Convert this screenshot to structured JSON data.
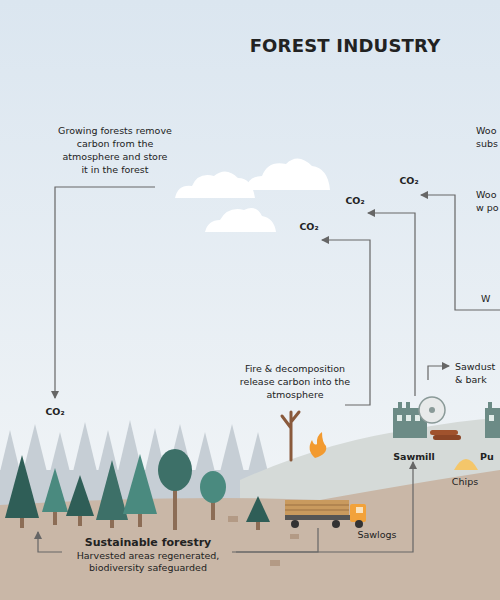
{
  "diagram": {
    "title": "FOREST INDUSTRY",
    "nodes": [
      {
        "text": [
          "Sustainable forestry",
          "Harvested areas regenerated, biodiversity safeguarded"
        ]
      },
      {
        "text": [
          "Sawmill"
        ]
      },
      {
        "text": [
          "Pu"
        ]
      }
    ],
    "edges": [
      {
        "from": 0,
        "to": 1,
        "arrow": "to",
        "label": "Sawlogs"
      }
    ],
    "labels": [
      "CO₂",
      "CO₂",
      "CO₂",
      "CO₂",
      "Growing forests remove carbon from the atmosphere and store it in the forest",
      "Fire & decomposition release carbon into the atmosphere",
      "Sawdust & bark",
      "Chips",
      "Woo subs",
      "Woo w po",
      "W"
    ]
  }
}
